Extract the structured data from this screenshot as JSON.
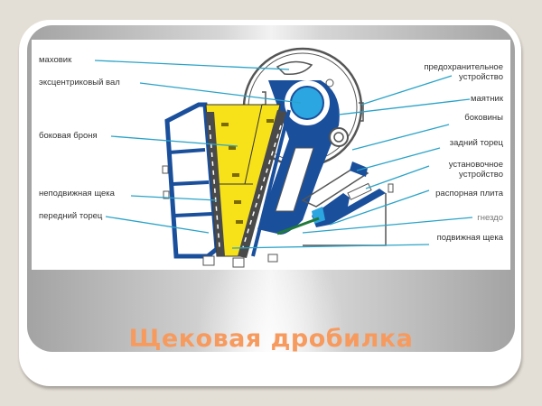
{
  "slide": {
    "title": "Щековая дробилка",
    "title_color": "#f79a5e",
    "background_color": "#e4dfd6"
  },
  "diagram": {
    "labels_left": [
      {
        "id": "flywheel",
        "text": "маховик"
      },
      {
        "id": "eccentric-shaft",
        "text": "эксцентриковый вал"
      },
      {
        "id": "side-armor",
        "text": "боковая броня"
      },
      {
        "id": "fixed-jaw",
        "text": "неподвижная щека"
      },
      {
        "id": "front-end",
        "text": "передний торец"
      }
    ],
    "labels_right": [
      {
        "id": "safety-device",
        "text": "предохранительное",
        "text2": "устройство"
      },
      {
        "id": "pendulum",
        "text": "маятник"
      },
      {
        "id": "sidewalls",
        "text": "боковины"
      },
      {
        "id": "rear-end",
        "text": "задний торец"
      },
      {
        "id": "adjusting-device",
        "text": "установочное",
        "text2": "устройство"
      },
      {
        "id": "toggle-plate",
        "text": "распорная плита"
      },
      {
        "id": "socket",
        "text": "гнездо"
      },
      {
        "id": "movable-jaw",
        "text": "подвижная щека"
      }
    ],
    "colors": {
      "frame_blue": "#1a4f9c",
      "armor_yellow": "#f7e21a",
      "shaft_cyan": "#2ba6e0",
      "leader_line": "#2aa3c8",
      "toggle_green": "#1f7a3a",
      "liner_gray": "#4a4a4a"
    }
  }
}
